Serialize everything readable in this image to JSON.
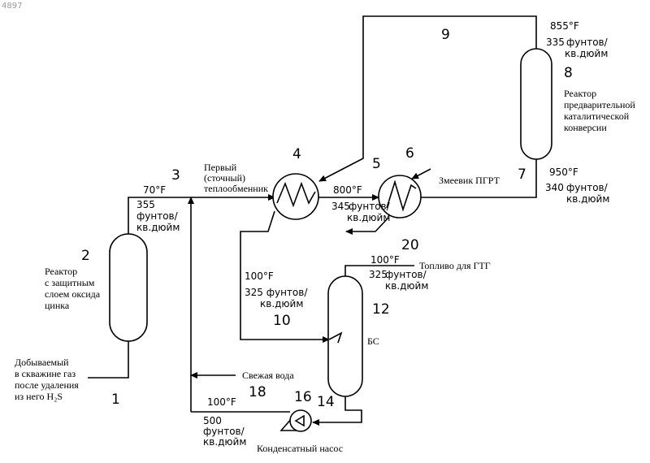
{
  "watermark": "4897",
  "streams": {
    "s1": "1",
    "s2": "2",
    "s3": "3",
    "s4": "4",
    "s5": "5",
    "s6": "6",
    "s7": "7",
    "s8": "8",
    "s9": "9",
    "s10": "10",
    "s12": "12",
    "s14": "14",
    "s16": "16",
    "s18": "18",
    "s20": "20"
  },
  "conditions": {
    "c3_temp": "70°F",
    "c3_press": "355",
    "c3_unit1": "фунтов/",
    "c3_unit2": "кв.дюйм",
    "c5_temp": "800°F",
    "c5_press": "345",
    "c5_unit1": "фунтов/",
    "c5_unit2": "кв.дюйм",
    "c7_temp": "950°F",
    "c7_press": "340",
    "c7_unit1": "фунтов/",
    "c7_unit2": "кв.дюйм",
    "c9_temp": "855°F",
    "c9_press": "335",
    "c9_unit1": "фунтов/",
    "c9_unit2": "кв.дюйм",
    "c10_temp": "100°F",
    "c10_press": "325 фунтов/",
    "c10_unit2": "кв.дюйм",
    "c20_temp": "100°F",
    "c20_press": "325",
    "c20_unit1": "фунтов/",
    "c20_unit2": "кв.дюйм",
    "c18_temp": "100°F",
    "c18_press": "500",
    "c18_unit1": "фунтов/",
    "c18_unit2": "кв.дюйм"
  },
  "labels": {
    "feed": [
      "Добываемый",
      "в скважине газ",
      "после удаления",
      "из него H₂S"
    ],
    "zinc_reactor": [
      "Реактор",
      "с защитным",
      "слоем оксида",
      "цинка"
    ],
    "first_hx": [
      "Первый",
      "(сточный)",
      "теплообменник"
    ],
    "coil": "Змеевик ПГРТ",
    "prereformer": [
      "Реактор",
      "предварительной",
      "каталитической",
      "конверсии"
    ],
    "fuel": "Топливо для ГТГ",
    "separator": "БС",
    "fresh_water": "Свежая вода",
    "pump": "Конденсатный насос"
  }
}
